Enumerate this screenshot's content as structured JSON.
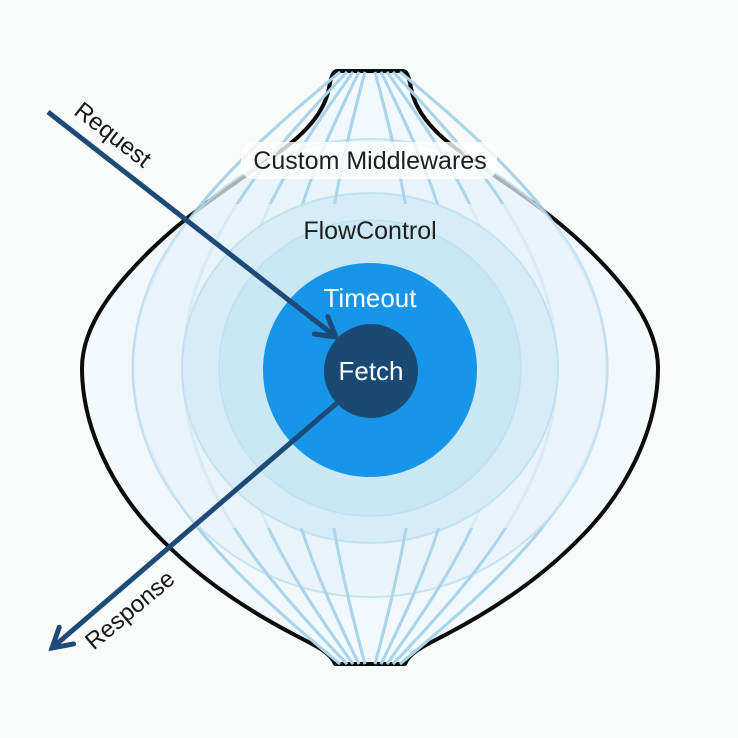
{
  "diagram": {
    "name": "middleware-onion",
    "layers": [
      {
        "id": "custom-middlewares",
        "label": "Custom Middlewares"
      },
      {
        "id": "flowcontrol",
        "label": "FlowControl"
      },
      {
        "id": "timeout",
        "label": "Timeout"
      },
      {
        "id": "fetch",
        "label": "Fetch"
      }
    ],
    "arrows": {
      "request_label": "Request",
      "response_label": "Response"
    },
    "colors": {
      "background": "#f9fafa",
      "outline": "#0c0c0c",
      "body_inner": "#d2eaf6",
      "body_mid": "#e9f5fb",
      "body_outer": "#f6fbfd",
      "vein": "#aad4ea",
      "ring_outer": "#e7f3fa",
      "ring_flowcontrol": "#d5ecf7",
      "ring_halo": "#c9e7f4",
      "timeout_circle": "#1795e8",
      "fetch_circle": "#1a4a73",
      "arrow": "#1d4a77",
      "pill": "#ffffff"
    }
  }
}
